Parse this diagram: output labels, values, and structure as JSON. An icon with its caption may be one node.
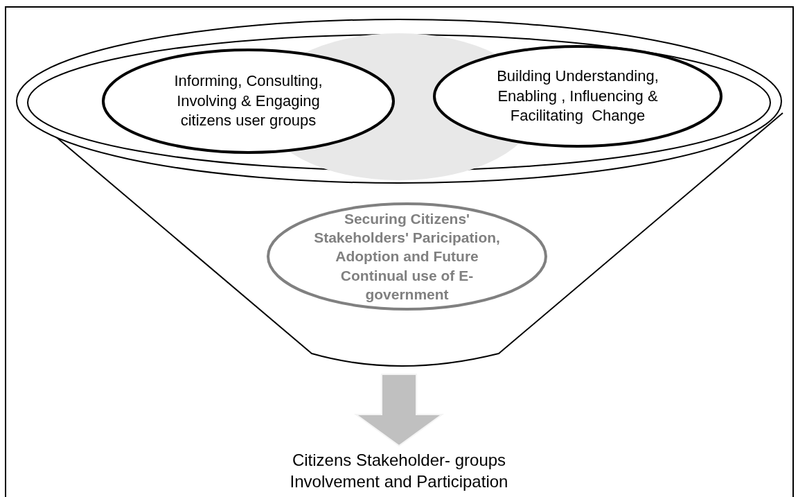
{
  "diagram": {
    "nodes": [
      {
        "text": [],
        "shape": "funnel"
      },
      {
        "text": [
          "Informing, Consulting, Involving & Engaging citizens user groups"
        ],
        "in": 0
      },
      {
        "text": [
          "Building Understanding, Enabling , Influencing & Facilitating  Change"
        ],
        "in": 0
      },
      {
        "text": [
          "Securing Citizens' Stakeholders' Paricipation, Adoption and Future Continual use of E-government"
        ],
        "in": 0
      },
      {
        "text": [
          "Citizens Stakeholder- groups Involvement and Participation"
        ]
      },
      {
        "text": [],
        "shape": "ellipse",
        "in": 0
      }
    ],
    "edges": [
      {
        "from": 0,
        "to": 4,
        "arrow": "to",
        "style": "thick",
        "color": "#c0c0c0"
      }
    ]
  }
}
